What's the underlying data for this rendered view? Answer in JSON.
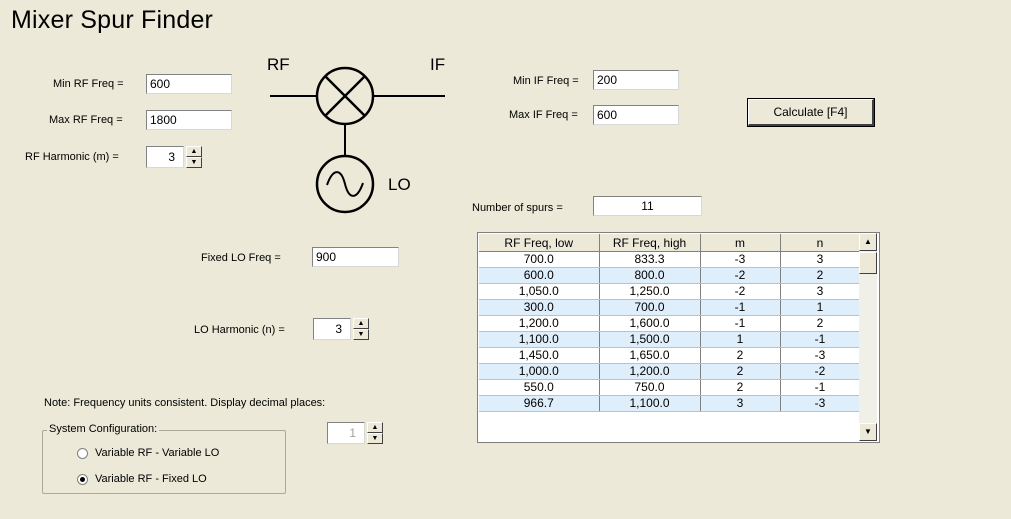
{
  "title": "Mixer Spur Finder",
  "rf": {
    "min_label": "Min RF Freq =",
    "min_value": "600",
    "max_label": "Max RF Freq =",
    "max_value": "1800",
    "harm_label": "RF Harmonic (m) =",
    "harm_value": "3"
  },
  "diagram": {
    "rf_label": "RF",
    "if_label": "IF",
    "lo_label": "LO"
  },
  "if": {
    "min_label": "Min IF Freq =",
    "min_value": "200",
    "max_label": "Max IF Freq =",
    "max_value": "600"
  },
  "calculate_label": "Calculate  [F4]",
  "spurs": {
    "label": "Number of spurs =",
    "value": "11"
  },
  "lo": {
    "fixed_label": "Fixed LO Freq =",
    "fixed_value": "900",
    "harm_label": "LO Harmonic (n) =",
    "harm_value": "3"
  },
  "note": "Note: Frequency units consistent.  Display decimal places:",
  "decimal_places": "1",
  "config": {
    "title": "System Configuration:",
    "options": [
      "Variable RF - Variable LO",
      "Variable RF - Fixed LO"
    ],
    "selected_index": 1
  },
  "grid": {
    "headers": [
      "RF Freq, low",
      "RF Freq, high",
      "m",
      "n"
    ],
    "rows": [
      [
        "700.0",
        "833.3",
        "-3",
        "3"
      ],
      [
        "600.0",
        "800.0",
        "-2",
        "2"
      ],
      [
        "1,050.0",
        "1,250.0",
        "-2",
        "3"
      ],
      [
        "300.0",
        "700.0",
        "-1",
        "1"
      ],
      [
        "1,200.0",
        "1,600.0",
        "-1",
        "2"
      ],
      [
        "1,100.0",
        "1,500.0",
        "1",
        "-1"
      ],
      [
        "1,450.0",
        "1,650.0",
        "2",
        "-3"
      ],
      [
        "1,000.0",
        "1,200.0",
        "2",
        "-2"
      ],
      [
        "550.0",
        "750.0",
        "2",
        "-1"
      ],
      [
        "966.7",
        "1,100.0",
        "3",
        "-3"
      ]
    ]
  },
  "icons": {
    "spin_up": "▲",
    "spin_down": "▼",
    "scroll_up": "▲",
    "scroll_down": "▼"
  }
}
